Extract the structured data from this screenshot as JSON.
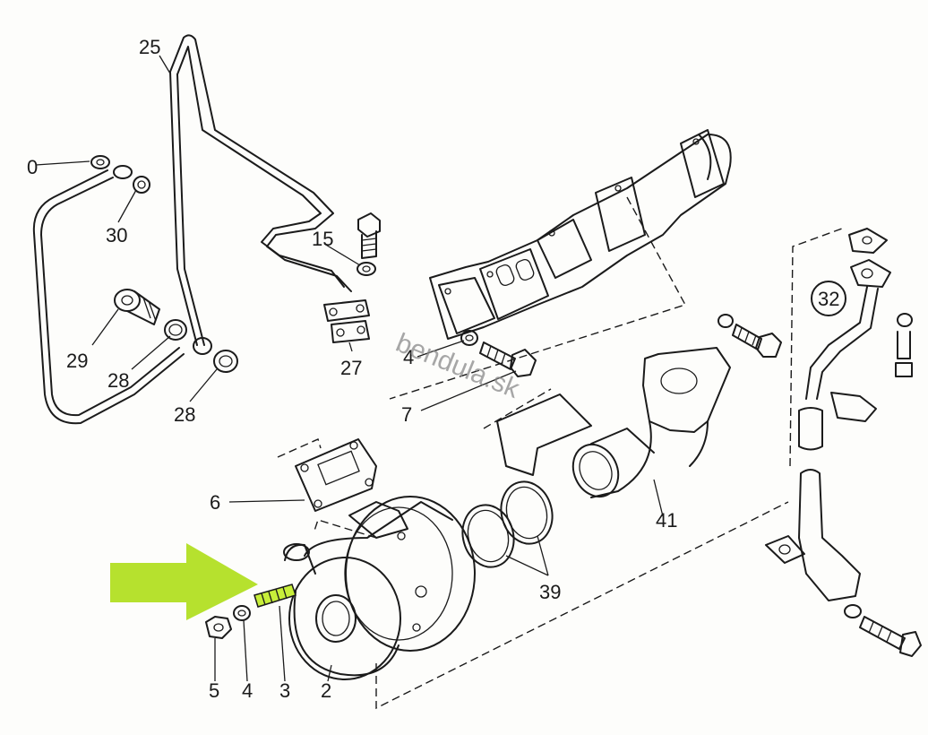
{
  "diagram": {
    "watermark": "bendula.sk",
    "labels": {
      "p25": "25",
      "p30": "30",
      "p0": "0",
      "p29": "29",
      "p28a": "28",
      "p28b": "28",
      "p15": "15",
      "p27": "27",
      "p4top": "4",
      "p7": "7",
      "p32": "32",
      "p6": "6",
      "p41": "41",
      "p39": "39",
      "p5": "5",
      "p4": "4",
      "p3": "3",
      "p2": "2"
    },
    "colors": {
      "line": "#1b1b1b",
      "highlight_arrow": "#b6e12e",
      "highlight_part": "#c8ef3a",
      "watermark": "#8a8a8a"
    }
  }
}
